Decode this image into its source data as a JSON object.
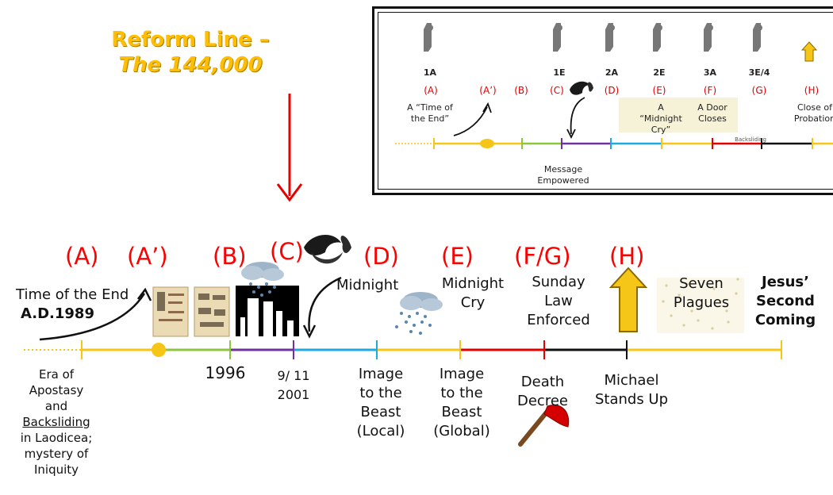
{
  "title": {
    "line1": "Reform Line –",
    "line2": "The 144,000"
  },
  "main": {
    "letters": [
      "(A)",
      "(A’)",
      "(B)",
      "(C)",
      "(D)",
      "(E)",
      "(F/G)",
      "(H)"
    ],
    "time_of_end": "Time of the End",
    "year_1989": "A.D.1989",
    "midnight": "Midnight",
    "midnight_cry_1": "Midnight",
    "midnight_cry_2": "Cry",
    "sunday_1": "Sunday",
    "sunday_2": "Law",
    "sunday_3": "Enforced",
    "seven_1": "Seven",
    "seven_2": "Plagues",
    "jesus_1": "Jesus’",
    "jesus_2": "Second",
    "jesus_3": "Coming",
    "era_1": "Era of",
    "era_2": "Apostasy",
    "era_3": "and",
    "era_4": "Backsliding",
    "era_5": "in Laodicea;",
    "era_6": "mystery of",
    "era_7": "Iniquity",
    "y1996": "1996",
    "nine11_1": "9/ 11",
    "nine11_2": "2001",
    "img_local_1": "Image",
    "img_local_2": "to the",
    "img_local_3": "Beast",
    "img_local_4": "(Local)",
    "img_global_1": "Image",
    "img_global_2": "to the",
    "img_global_3": "Beast",
    "img_global_4": "(Global)",
    "death_1": "Death",
    "death_2": "Decree",
    "michael_1": "Michael",
    "michael_2": "Stands Up"
  },
  "inset": {
    "angels": [
      "1A",
      "1E",
      "2A",
      "2E",
      "3A",
      "3E/4"
    ],
    "letters": [
      "(A)",
      "(A’)",
      "(B)",
      "(C)",
      "(D)",
      "(E)",
      "(F)",
      "(G)",
      "(H)"
    ],
    "time_end_1": "A “Time of",
    "time_end_2": "the End”",
    "mc_1": "A",
    "mc_2": "“Midnight",
    "mc_3": "Cry”",
    "door_1": "A Door",
    "door_2": "Closes",
    "backsliding": "Backsliding",
    "close_1": "Close of",
    "close_2": "Probation",
    "msg_1": "Message",
    "msg_2": "Empowered"
  },
  "colors": {
    "red": "#ff0000",
    "gold": "#f5c518",
    "green": "#8cc63f",
    "purple": "#7030a0",
    "blue": "#1fa9e1",
    "darkred": "#e00000"
  }
}
